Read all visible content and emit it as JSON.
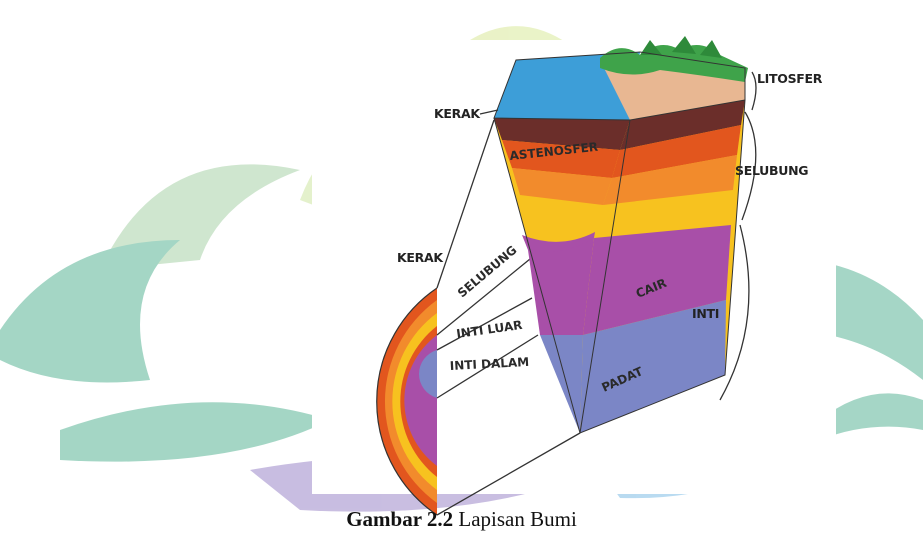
{
  "caption": {
    "number": "Gambar 2.2",
    "title": "Lapisan Bumi"
  },
  "labels": {
    "kerak_top": "KERAK",
    "kerak_left": "KERAK",
    "litosfer": "LITOSFER",
    "selubung_right": "SELUBUNG",
    "inti_right": "INTI",
    "astenosfer": "ASTENOSFER",
    "selubung_left": "SELUBUNG",
    "inti_luar": "INTI LUAR",
    "inti_dalam": "INTI DALAM",
    "cair": "CAIR",
    "padat": "PADAT"
  },
  "colors": {
    "ocean": "#3d9ed8",
    "crust": "#6b2e2a",
    "astenosfer": "#e2561e",
    "mantle_mid": "#f28b2c",
    "mantle_low": "#f7c21f",
    "outer_core": "#a84fa8",
    "inner_core": "#7b86c6",
    "land": "#e8b792",
    "mountain": "#3fa34a",
    "watermark_green": "#4fae8a",
    "watermark_light": "#c8e07a",
    "watermark_purple": "#8a6bbf"
  }
}
